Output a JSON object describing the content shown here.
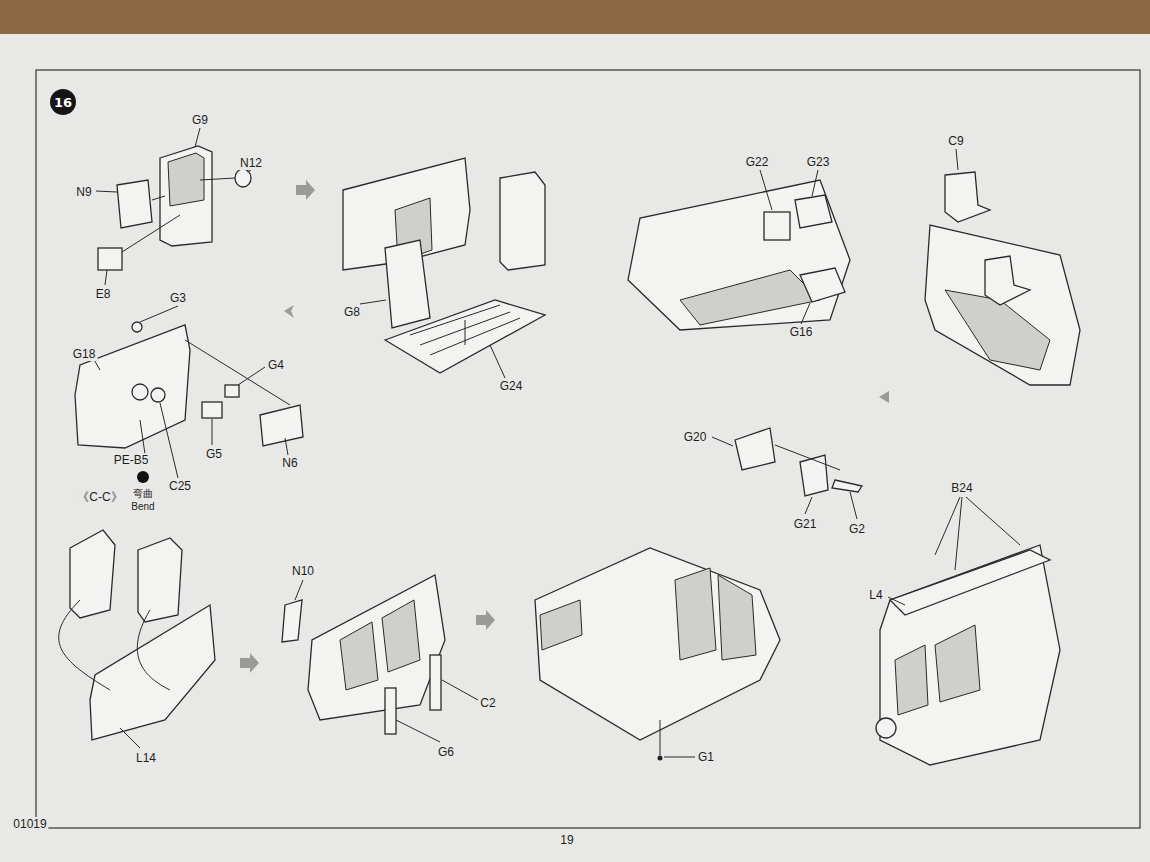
{
  "diagram": {
    "nodes": [
      {
        "text": [
          "16"
        ]
      }
    ],
    "labels": [
      "G9",
      "N12",
      "N9",
      "E8",
      "G3",
      "G18",
      "G4",
      "G5",
      "N6",
      "PE-B5",
      "C25",
      "弯曲",
      "Bend",
      "《C-C》",
      "G8",
      "G24",
      "G22",
      "G23",
      "G16",
      "C9",
      "G20",
      "G21",
      "G2",
      "B24",
      "L4",
      "N10",
      "C2",
      "G6",
      "L14",
      "G1",
      "01019",
      "19"
    ]
  }
}
